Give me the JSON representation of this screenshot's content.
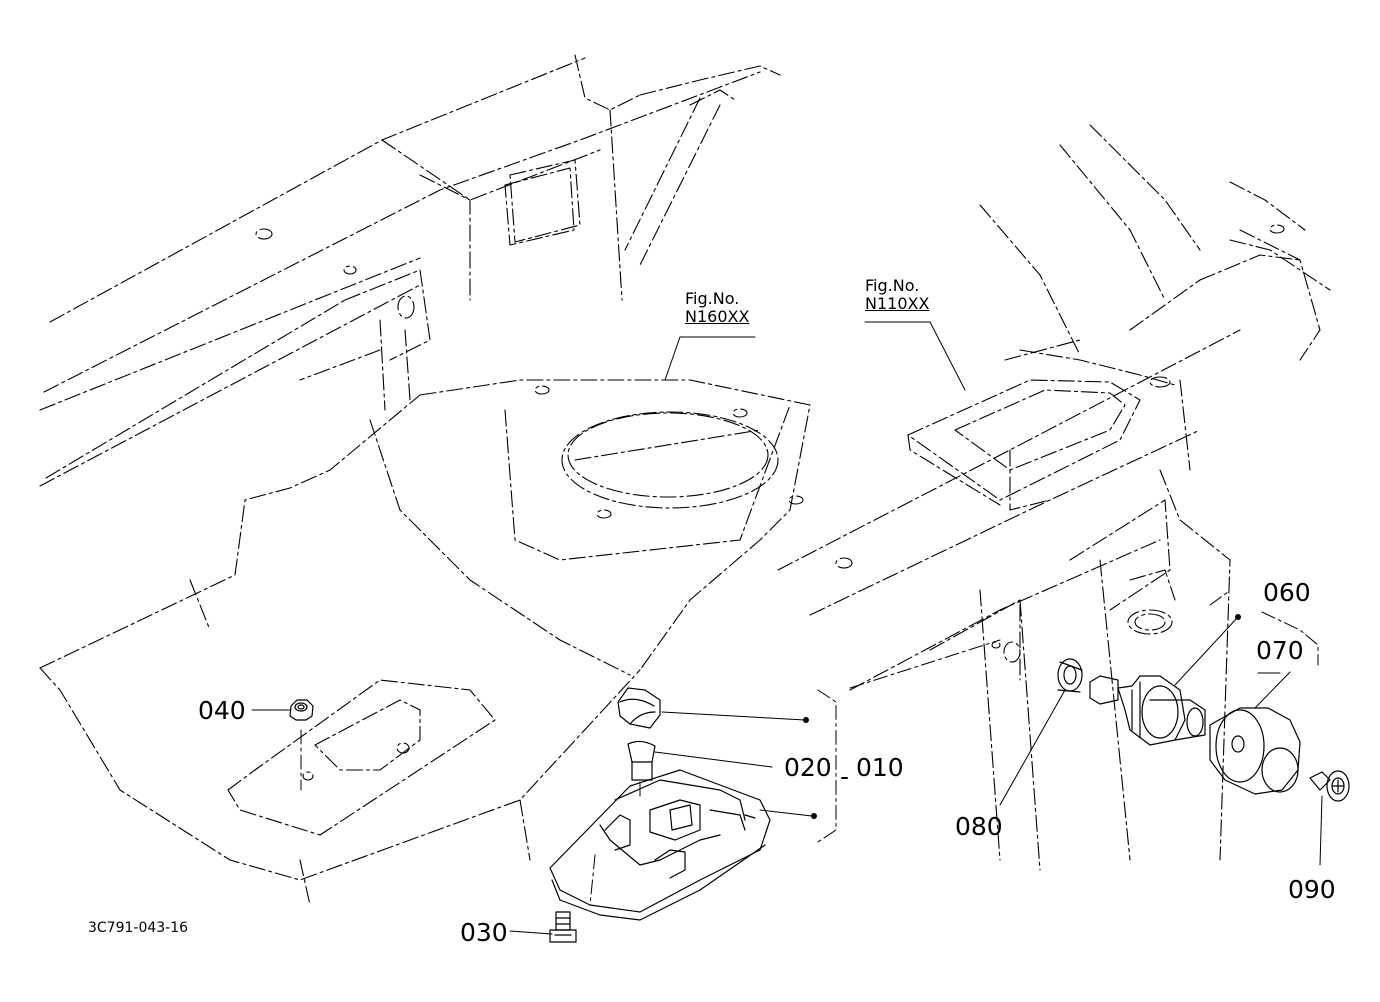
{
  "figure_refs": [
    {
      "id": "fig-n160",
      "line1": "Fig.No.",
      "line2": "N160XX"
    },
    {
      "id": "fig-n110",
      "line1": "Fig.No.",
      "line2": "N110XX"
    }
  ],
  "part_labels": {
    "p010": "010",
    "p020": "020",
    "p030": "030",
    "p040": "040",
    "p060": "060",
    "p070": "070",
    "p080": "080",
    "p090": "090"
  },
  "diagram_ref": "3C791-043-16",
  "colors": {
    "ink": "#000000",
    "background": "#ffffff"
  }
}
